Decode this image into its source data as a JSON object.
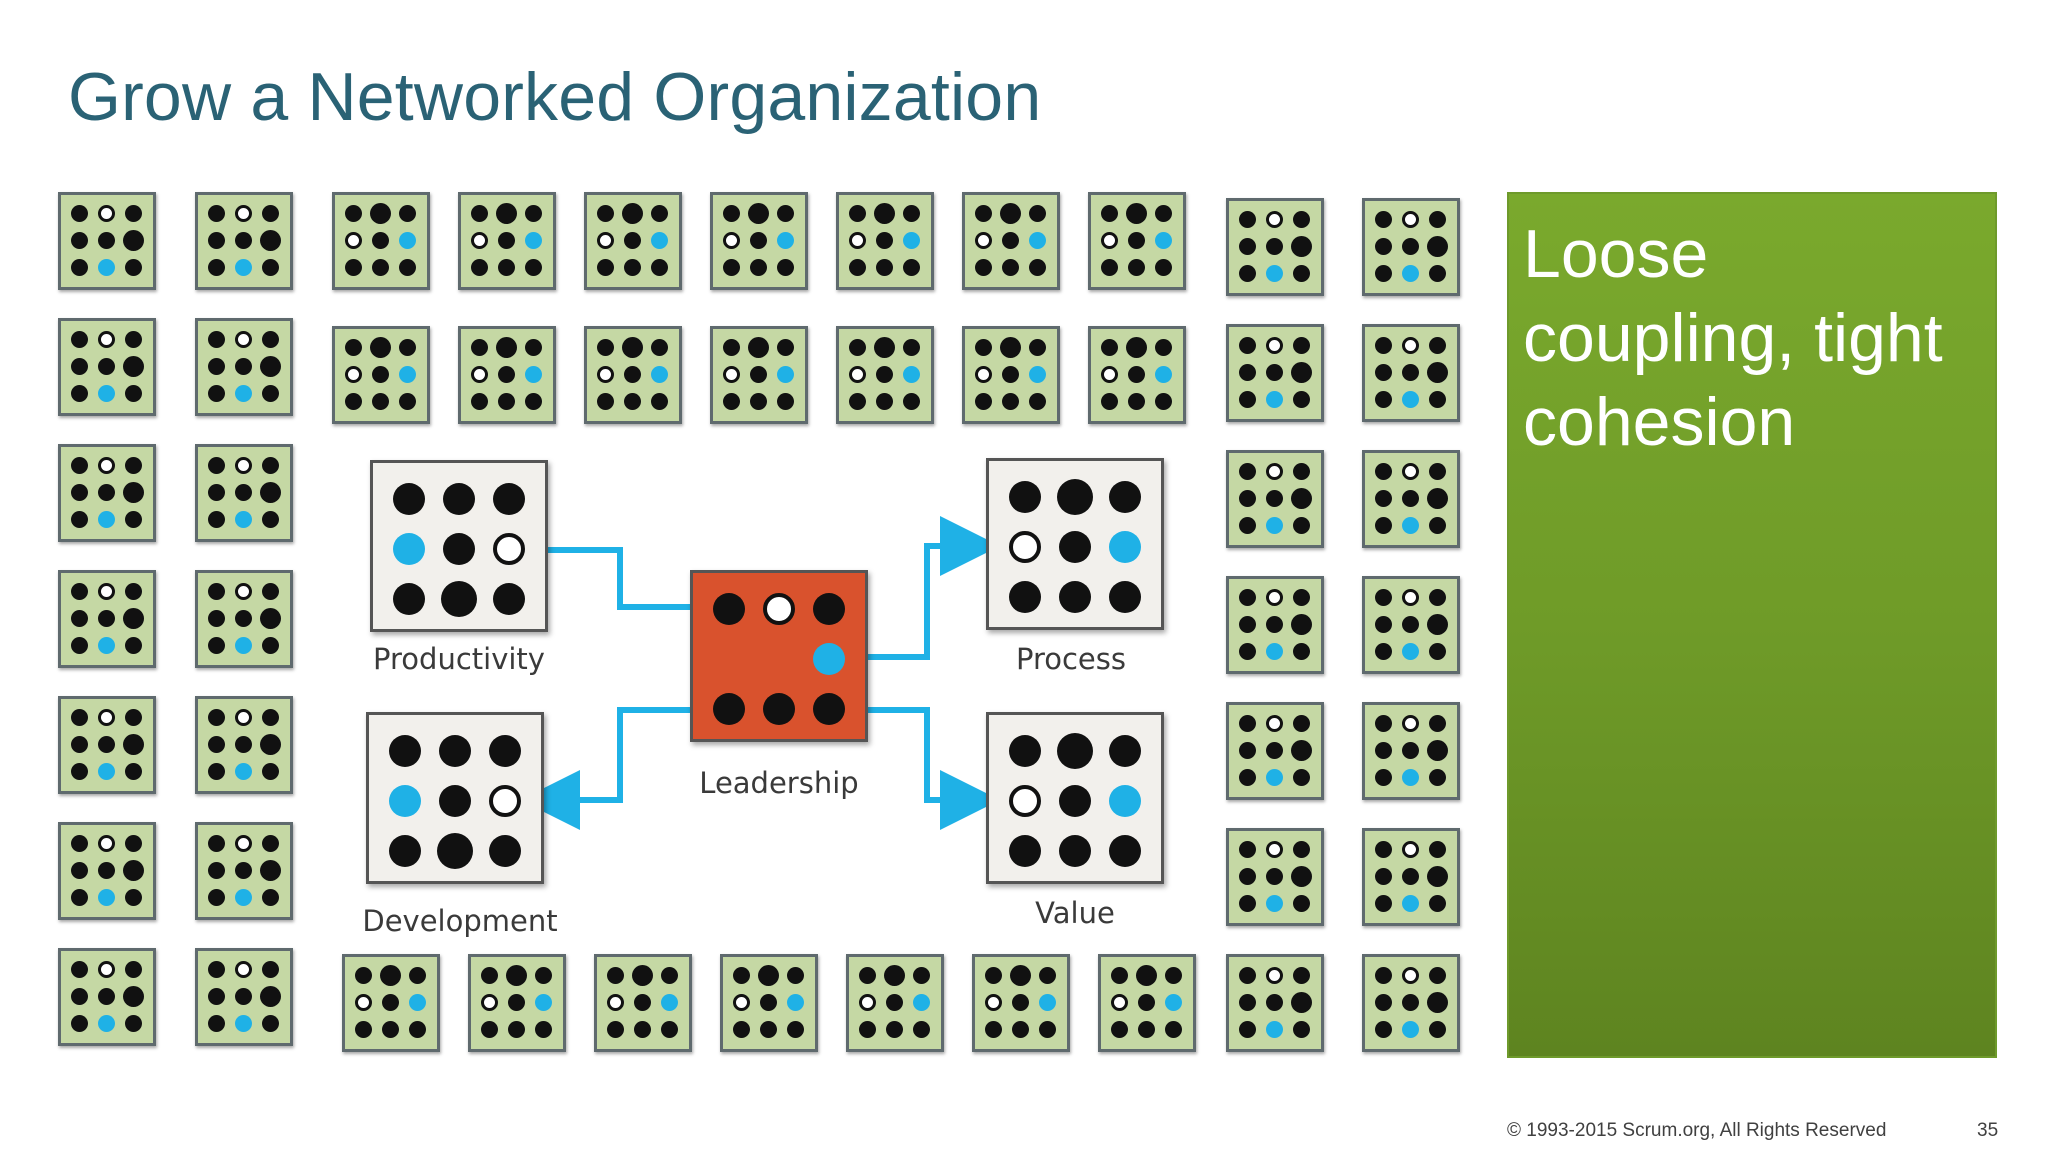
{
  "slide": {
    "title": "Grow a Networked Organization",
    "panel_text": "Loose coupling, tight cohesion",
    "copyright": "© 1993-2015 Scrum.org, All Rights Reserved",
    "page_number": "35"
  },
  "diagram": {
    "core_teams": [
      {
        "key": "productivity",
        "label": "Productivity"
      },
      {
        "key": "development",
        "label": "Development"
      },
      {
        "key": "leadership",
        "label": "Leadership"
      },
      {
        "key": "process",
        "label": "Process"
      },
      {
        "key": "value",
        "label": "Value"
      }
    ],
    "connections": [
      {
        "from": "productivity",
        "to": "leadership"
      },
      {
        "from": "leadership",
        "to": "development"
      },
      {
        "from": "leadership",
        "to": "process"
      },
      {
        "from": "leadership",
        "to": "value"
      }
    ],
    "colors": {
      "team_fill": "#c5d8a4",
      "leader_fill": "#d9522d",
      "connector": "#1fb1e6",
      "accent_dot": "#1fb1e6",
      "panel_green": "#7aa92d",
      "title": "#2a6275"
    }
  }
}
